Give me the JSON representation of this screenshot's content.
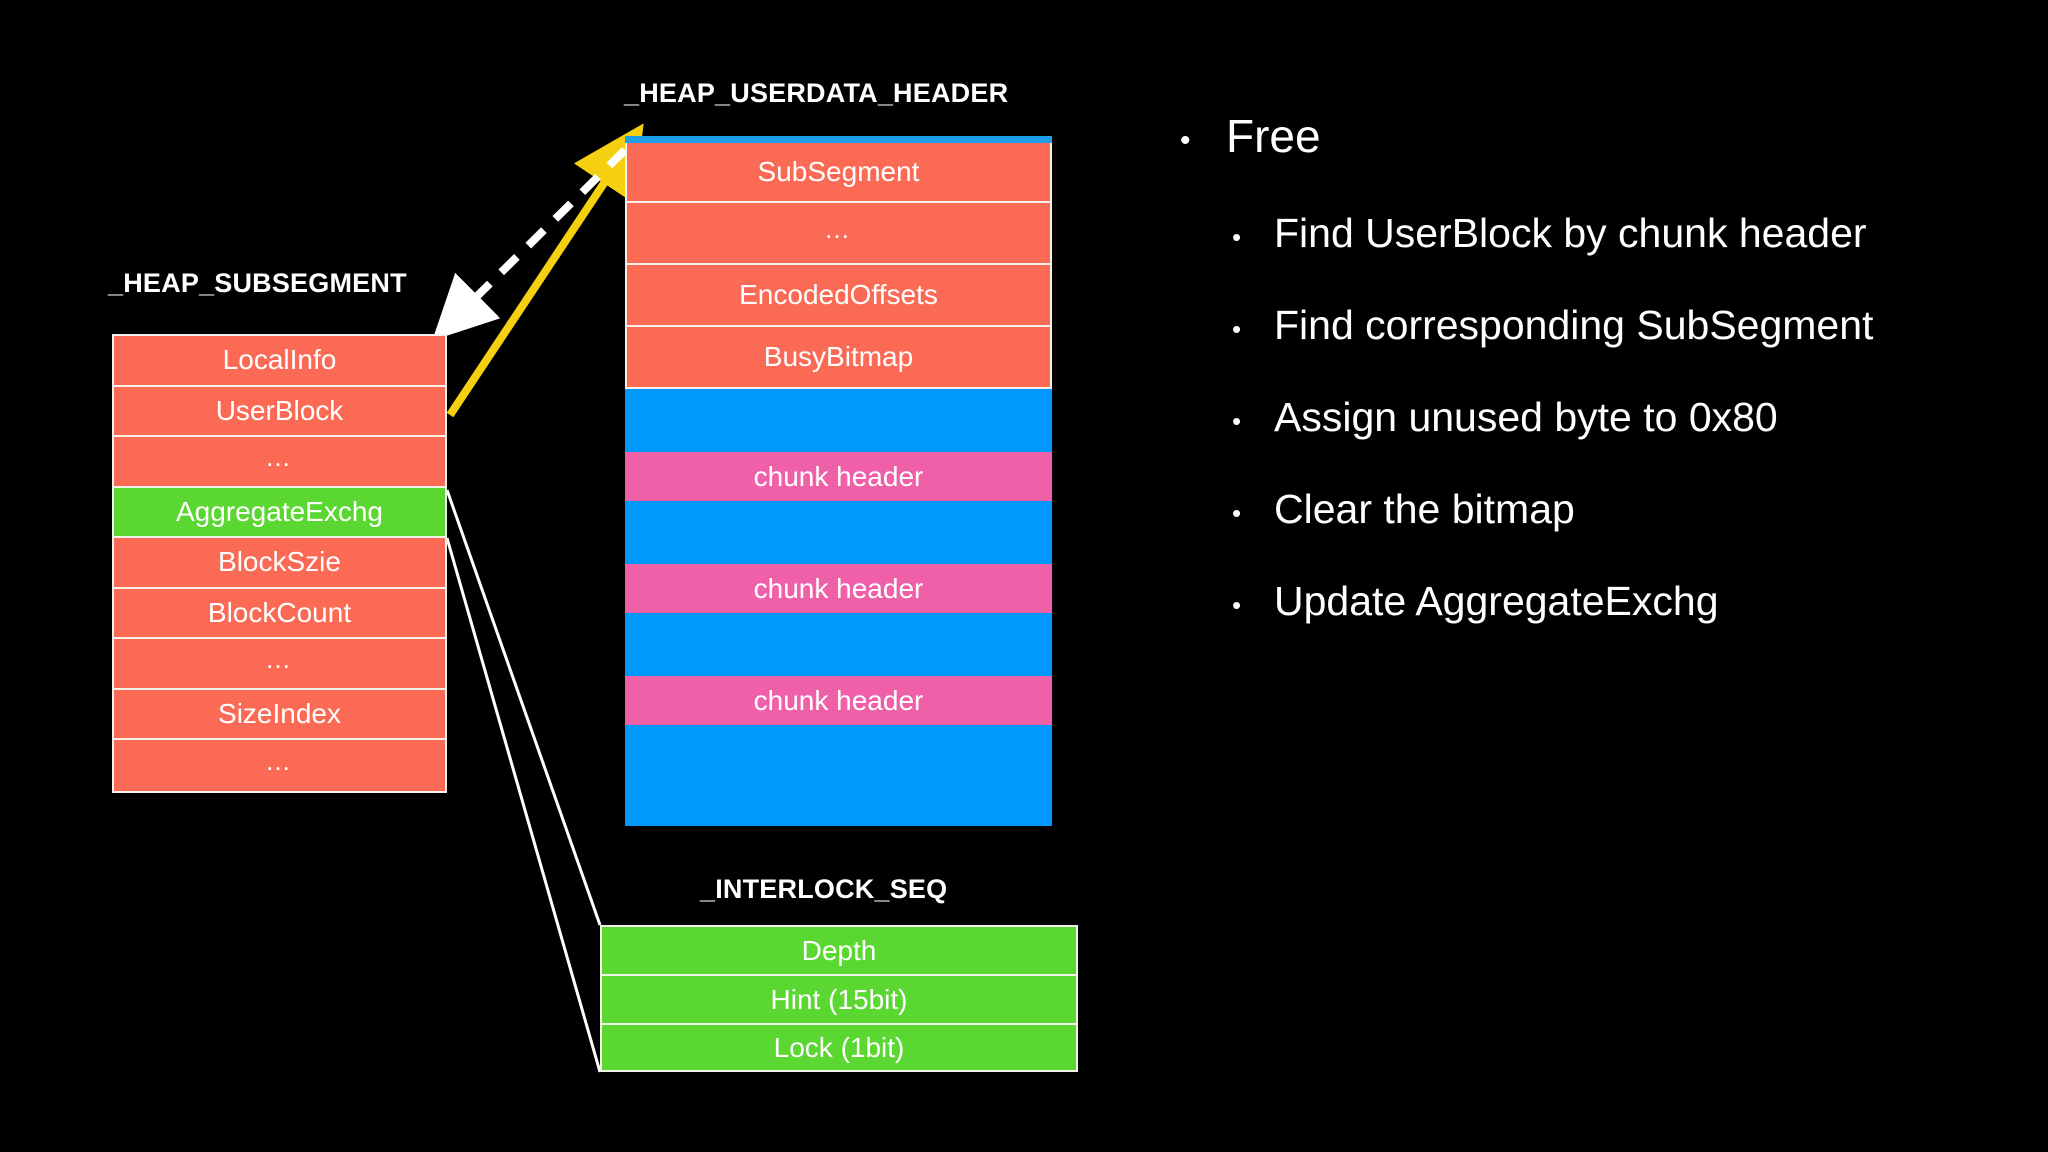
{
  "slide": {
    "background_color": "#000000",
    "text_color": "#ffffff"
  },
  "palette": {
    "red": "#fb6a55",
    "green": "#5bd731",
    "blue": "#0099fb",
    "pink": "#f060a8",
    "arrow_yellow": "#f5d010",
    "border_white": "#f4f0ea"
  },
  "subsegment": {
    "title": "_HEAP_SUBSEGMENT",
    "rows": [
      {
        "label": "LocalInfo",
        "color": "red"
      },
      {
        "label": "UserBlock",
        "color": "red"
      },
      {
        "label": "…",
        "color": "red"
      },
      {
        "label": "AggregateExchg",
        "color": "green"
      },
      {
        "label": "BlockSzie",
        "color": "red"
      },
      {
        "label": "BlockCount",
        "color": "red"
      },
      {
        "label": "…",
        "color": "red"
      },
      {
        "label": "SizeIndex",
        "color": "red"
      },
      {
        "label": "…",
        "color": "red"
      }
    ]
  },
  "userdata": {
    "title": "_HEAP_USERDATA_HEADER",
    "rows": [
      {
        "label": "",
        "color": "thinblue"
      },
      {
        "label": "SubSegment",
        "color": "red"
      },
      {
        "label": "…",
        "color": "red"
      },
      {
        "label": "EncodedOffsets",
        "color": "red"
      },
      {
        "label": "BusyBitmap",
        "color": "red"
      },
      {
        "label": "",
        "color": "blue"
      },
      {
        "label": "chunk header",
        "color": "pink"
      },
      {
        "label": "",
        "color": "blue"
      },
      {
        "label": "chunk header",
        "color": "pink"
      },
      {
        "label": "",
        "color": "blue"
      },
      {
        "label": "chunk header",
        "color": "pink"
      },
      {
        "label": "",
        "color": "blue"
      }
    ]
  },
  "interlock": {
    "title": "_INTERLOCK_SEQ",
    "rows": [
      {
        "label": "Depth",
        "color": "green"
      },
      {
        "label": "Hint (15bit)",
        "color": "green"
      },
      {
        "label": "Lock (1bit)",
        "color": "green"
      }
    ]
  },
  "bullets": {
    "bullet_glyph": "•",
    "items": [
      {
        "level": 1,
        "text": "Free"
      },
      {
        "level": 2,
        "text": "Find UserBlock by chunk header"
      },
      {
        "level": 2,
        "text": "Find corresponding SubSegment"
      },
      {
        "level": 2,
        "text": "Assign unused byte to 0x80"
      },
      {
        "level": 2,
        "text": "Clear the bitmap"
      },
      {
        "level": 2,
        "text": "Update AggregateExchg"
      }
    ]
  }
}
